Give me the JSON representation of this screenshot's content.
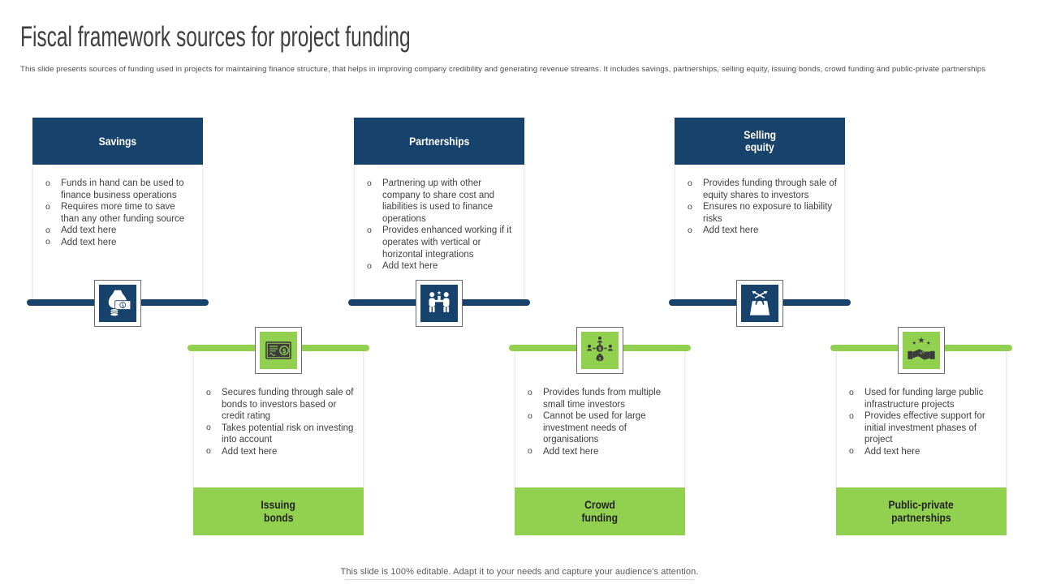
{
  "slide": {
    "title": "Fiscal framework sources for project funding",
    "subtitle": "This slide presents sources of funding used in projects for maintaining finance structure, that helps in improving company credibility and generating revenue streams. It includes savings, partnerships, selling equity, issuing bonds, crowd funding and public-private partnerships",
    "footnote": "This slide is 100% editable.  Adapt it to your needs and capture your audience's attention."
  },
  "colors": {
    "navy": "#17426b",
    "green": "#92d050",
    "body_text": "#3f3f3f"
  },
  "cards": [
    {
      "id": "savings",
      "row": "top",
      "title": "Savings",
      "title_lines": [
        "Savings"
      ],
      "icon": "money-bag-icon",
      "bullets": [
        "Funds in hand can be used to finance business operations",
        "Requires more time to save than any other funding source",
        "Add text here",
        "Add text here"
      ]
    },
    {
      "id": "partnerships",
      "row": "top",
      "title": "Partnerships",
      "title_lines": [
        "Partnerships"
      ],
      "icon": "partnership-icon",
      "bullets": [
        "Partnering up with other company to share cost and liabilities is used to finance operations",
        "Provides enhanced working if it operates with vertical or horizontal integrations",
        "Add text here"
      ]
    },
    {
      "id": "selling-equity",
      "row": "top",
      "title": "Selling equity",
      "title_lines": [
        "Selling",
        "equity"
      ],
      "icon": "shopping-bag-icon",
      "bullets": [
        "Provides funding through sale of equity shares to investors",
        "Ensures no exposure to liability risks",
        "Add text here"
      ]
    },
    {
      "id": "issuing-bonds",
      "row": "bottom",
      "title": "Issuing bonds",
      "title_lines": [
        "Issuing",
        "bonds"
      ],
      "icon": "bond-certificate-icon",
      "bullets": [
        "Secures funding through sale of bonds to investors based or credit rating",
        "Takes potential risk on investing into account",
        "Add text here"
      ]
    },
    {
      "id": "crowd-funding",
      "row": "bottom",
      "title": "Crowd funding",
      "title_lines": [
        "Crowd",
        "funding"
      ],
      "icon": "crowdfunding-network-icon",
      "bullets": [
        "Provides funds from multiple small time investors",
        "Cannot be used for large investment needs of organisations",
        "Add text here"
      ]
    },
    {
      "id": "public-private-partnerships",
      "row": "bottom",
      "title": "Public-private partnerships",
      "title_lines": [
        "Public-private",
        "partnerships"
      ],
      "icon": "handshake-stars-icon",
      "bullets": [
        "Used for funding large public infrastructure projects",
        "Provides effective support for initial investment phases of project",
        "Add text here"
      ]
    }
  ]
}
